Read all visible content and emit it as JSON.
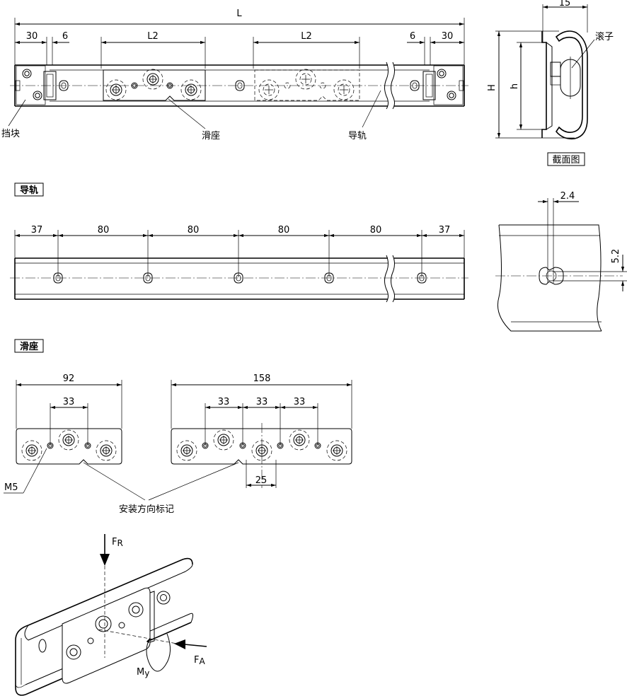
{
  "top": {
    "overall_length": "L",
    "end_left": "30",
    "gap_left": "6",
    "pitch_left": "L2",
    "pitch_right": "L2",
    "gap_right": "6",
    "end_right": "30",
    "callout_stopper": "挡块",
    "callout_slider": "滑座",
    "callout_rail": "导轨"
  },
  "section": {
    "width": "15",
    "height_total": "H",
    "height_rail": "h",
    "callout_roller": "滚子",
    "caption": "截面图"
  },
  "rail": {
    "tag": "导轨",
    "dims": [
      "37",
      "80",
      "80",
      "80",
      "80",
      "37"
    ],
    "slot_width": "2.4",
    "slot_offset": "5.2"
  },
  "slider": {
    "tag": "滑座",
    "short": {
      "length": "92",
      "pitch": "33"
    },
    "long": {
      "length": "158",
      "pitches": [
        "33",
        "33",
        "33"
      ],
      "center_offset": "25"
    },
    "thread": "M5",
    "mark_label": "安装方向标记"
  },
  "loads": {
    "radial": "F",
    "radial_sub": "R",
    "axial": "F",
    "axial_sub": "A",
    "moment": "M",
    "moment_sub": "y"
  }
}
